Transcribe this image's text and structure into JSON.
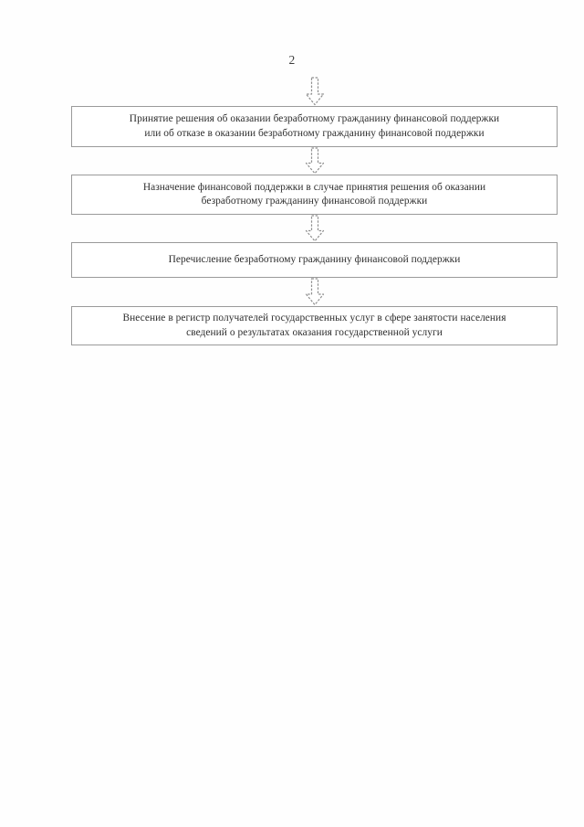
{
  "document": {
    "page_number": "2",
    "type": "flowchart"
  },
  "flow": {
    "arrow_icon": "arrow-down-outline-icon",
    "steps": [
      {
        "id": "step-decision",
        "text": "Принятие решения об оказании безработному гражданину финансовой поддержки\nили об отказе в оказании безработному гражданину финансовой поддержки"
      },
      {
        "id": "step-assignment",
        "text": "Назначение финансовой поддержки в случае принятия решения об оказании\nбезработному гражданину финансовой поддержки"
      },
      {
        "id": "step-transfer",
        "text": "Перечисление безработному гражданину финансовой поддержки"
      },
      {
        "id": "step-registry",
        "text": "Внесение в регистр получателей государственных услуг в сфере занятости населения\nсведений о результатах оказания государственной услуги"
      }
    ]
  },
  "colors": {
    "text": "#2e2e2e",
    "border": "#9a9a9a",
    "page_background": "#ffffff"
  }
}
